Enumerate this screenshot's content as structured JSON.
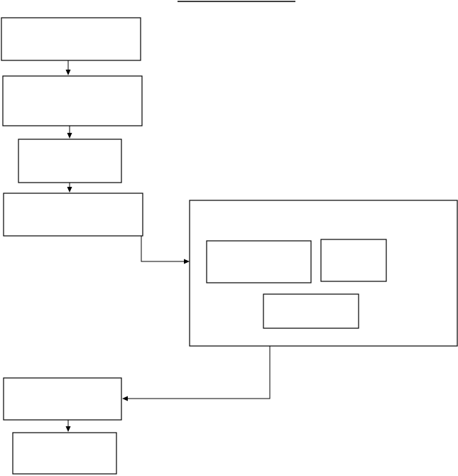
{
  "diagram": {
    "title": "",
    "line_color": "#000000",
    "background": "#ffffff",
    "boxes": [
      {
        "id": "step-1",
        "label": ""
      },
      {
        "id": "step-2",
        "label": ""
      },
      {
        "id": "step-3",
        "label": ""
      },
      {
        "id": "step-4",
        "label": ""
      },
      {
        "id": "group",
        "label": ""
      },
      {
        "id": "group-item-1",
        "label": ""
      },
      {
        "id": "group-item-2",
        "label": ""
      },
      {
        "id": "group-item-3",
        "label": ""
      },
      {
        "id": "step-5",
        "label": ""
      },
      {
        "id": "step-6",
        "label": ""
      }
    ],
    "connections": [
      {
        "from": "step-1",
        "to": "step-2"
      },
      {
        "from": "step-2",
        "to": "step-3"
      },
      {
        "from": "step-3",
        "to": "step-4"
      },
      {
        "from": "step-4",
        "to": "group"
      },
      {
        "from": "group",
        "to": "step-5"
      },
      {
        "from": "step-5",
        "to": "step-6"
      }
    ]
  }
}
